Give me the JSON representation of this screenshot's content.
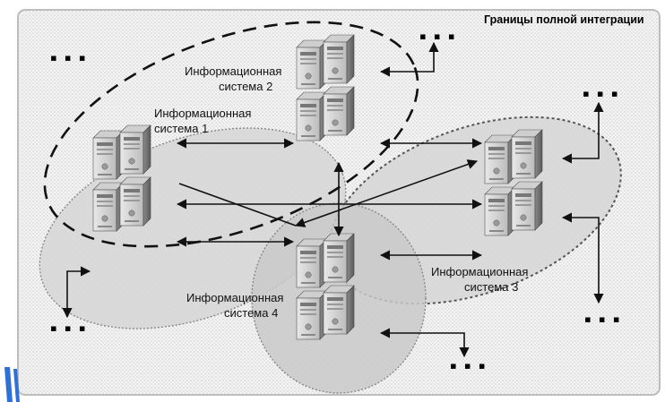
{
  "boundary_title": "Границы полной интеграции",
  "systems": [
    {
      "id": "is1",
      "label_line1": "Информационная",
      "label_line2": "система 1"
    },
    {
      "id": "is2",
      "label_line1": "Информационная",
      "label_line2": "система 2"
    },
    {
      "id": "is3",
      "label_line1": "Информационная",
      "label_line2": "система 3"
    },
    {
      "id": "is4",
      "label_line1": "Информационная",
      "label_line2": "система 4"
    }
  ],
  "ellipsis": "▪ ▪ ▪",
  "colors": {
    "frame": "#bdbdbd",
    "region_fill": "#d6d6d6",
    "server_dark": "#6e6e6e",
    "server_light": "#d9d9d9"
  }
}
